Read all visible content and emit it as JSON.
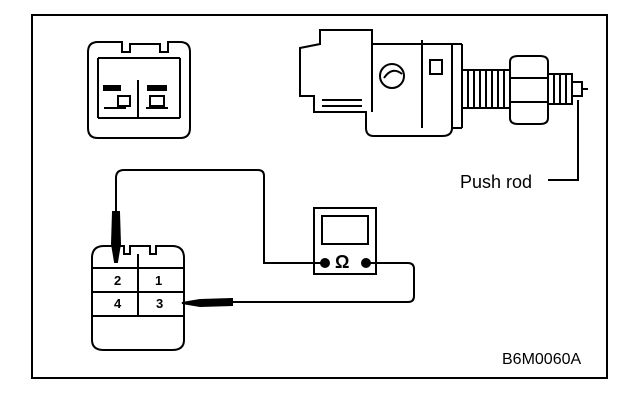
{
  "labels": {
    "push_rod": "Push rod",
    "figure_code": "B6M0060A",
    "meter_symbol": "Ω"
  },
  "connector_pins": {
    "top_left": "2",
    "top_right": "1",
    "bottom_left": "4",
    "bottom_right": "3"
  },
  "colors": {
    "line": "#000000",
    "background": "#ffffff"
  }
}
